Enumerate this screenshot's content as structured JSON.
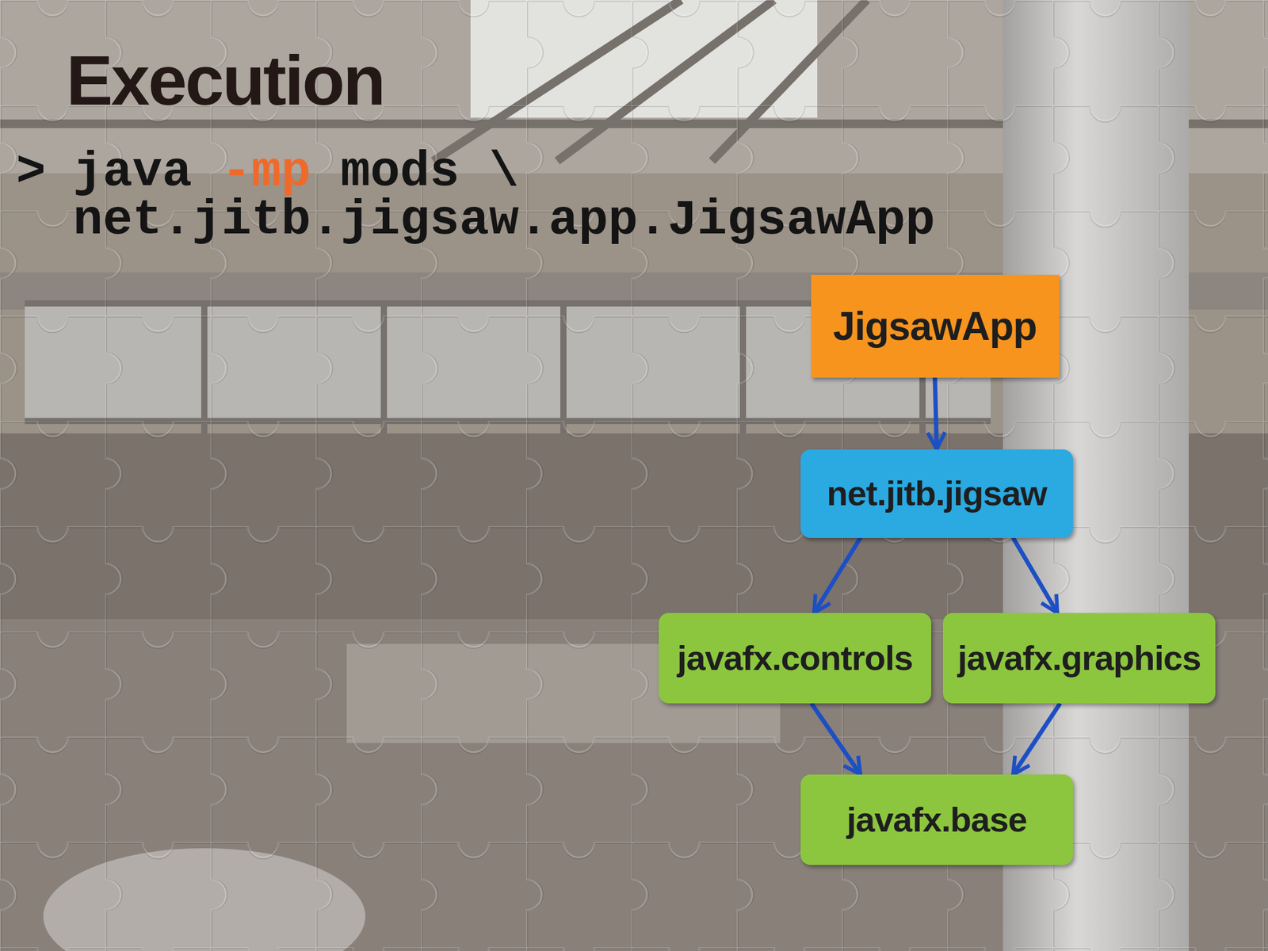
{
  "diagram": {
    "title": "Execution",
    "nodes": [
      {
        "text": [
          "JigsawApp"
        ]
      },
      {
        "text": [
          "net.jitb.jigsaw"
        ]
      },
      {
        "text": [
          "javafx.controls"
        ]
      },
      {
        "text": [
          "javafx.graphics"
        ]
      },
      {
        "text": [
          "javafx.base"
        ]
      }
    ],
    "edges": [
      {
        "from": 0,
        "to": 1,
        "arrow": "to"
      },
      {
        "from": 1,
        "to": 2,
        "arrow": "to"
      },
      {
        "from": 1,
        "to": 3,
        "arrow": "to"
      },
      {
        "from": 2,
        "to": 4,
        "arrow": "to"
      },
      {
        "from": 3,
        "to": 4,
        "arrow": "to"
      }
    ],
    "labels": [
      ">",
      "java",
      "-mp",
      "mods \\",
      "net.jitb.jigsaw.app.JigsawApp"
    ]
  }
}
